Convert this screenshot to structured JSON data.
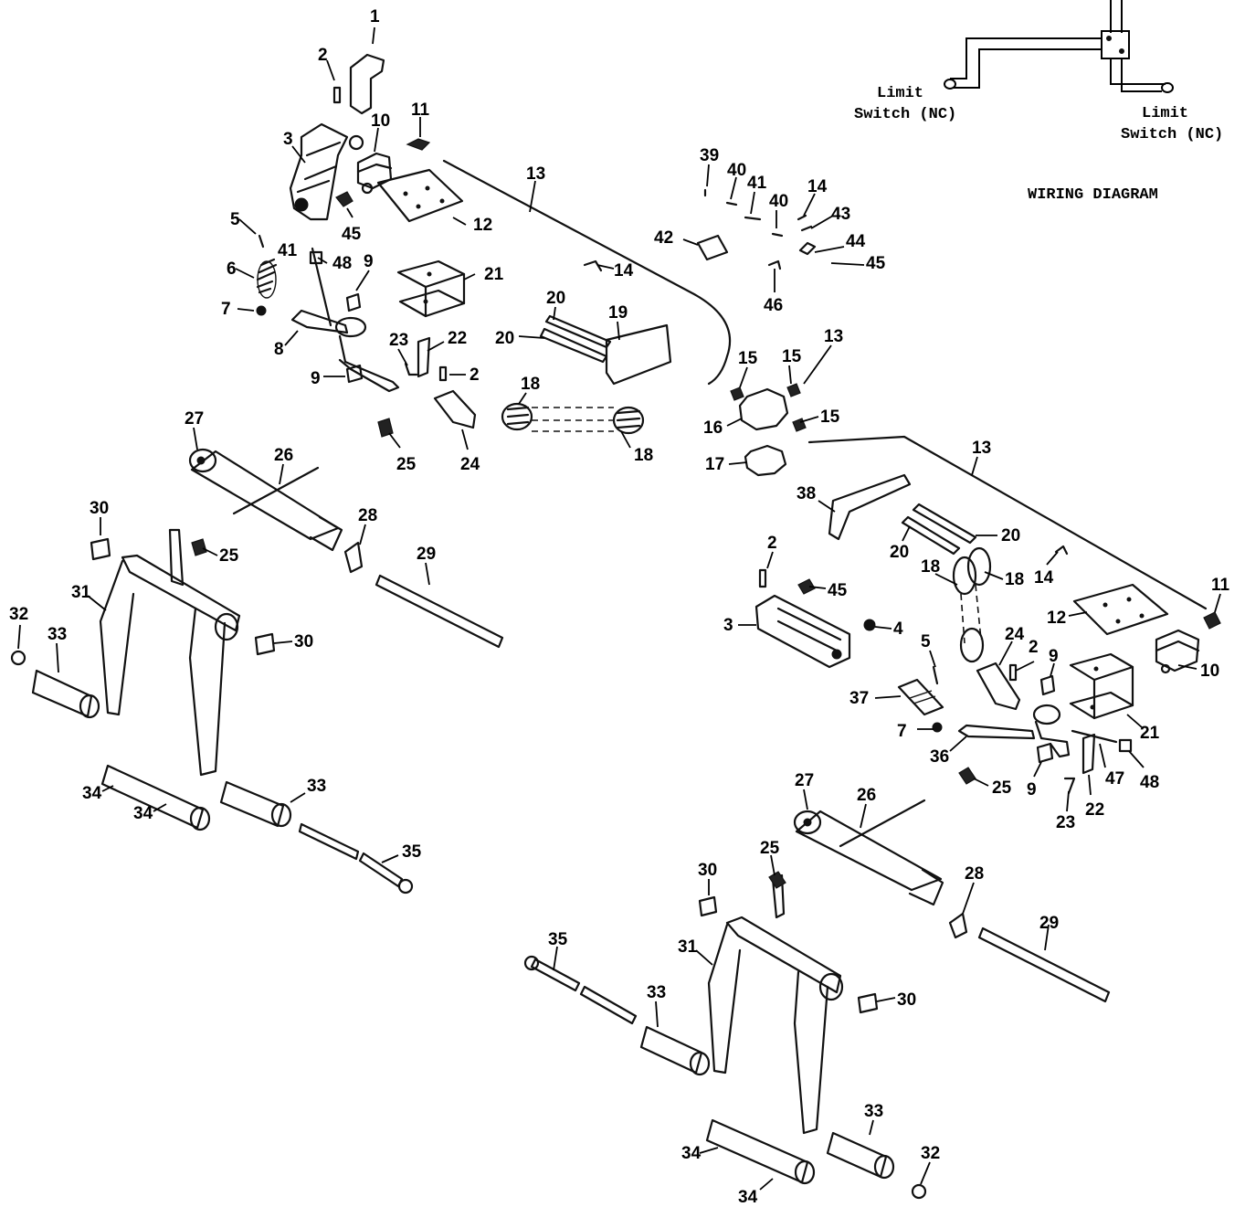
{
  "wiring": {
    "title": "WIRING DIAGRAM",
    "left_switch": [
      "Limit",
      "Switch (NC)"
    ],
    "right_switch": [
      "Limit",
      "Switch (NC)"
    ]
  },
  "callouts": [
    {
      "id": "c1",
      "text": "1"
    },
    {
      "id": "c2a",
      "text": "2"
    },
    {
      "id": "c3a",
      "text": "3"
    },
    {
      "id": "c10a",
      "text": "10"
    },
    {
      "id": "c11a",
      "text": "11"
    },
    {
      "id": "c13a",
      "text": "13"
    },
    {
      "id": "c12a",
      "text": "12"
    },
    {
      "id": "c45a",
      "text": "45"
    },
    {
      "id": "c5a",
      "text": "5"
    },
    {
      "id": "c6",
      "text": "6"
    },
    {
      "id": "c7a",
      "text": "7"
    },
    {
      "id": "c41a",
      "text": "41"
    },
    {
      "id": "c48a",
      "text": "48"
    },
    {
      "id": "c9a",
      "text": "9"
    },
    {
      "id": "c21a",
      "text": "21"
    },
    {
      "id": "c8",
      "text": "8"
    },
    {
      "id": "c9b",
      "text": "9"
    },
    {
      "id": "c23a",
      "text": "23"
    },
    {
      "id": "c22a",
      "text": "22"
    },
    {
      "id": "c2b",
      "text": "2"
    },
    {
      "id": "c20a",
      "text": "20"
    },
    {
      "id": "c19",
      "text": "19"
    },
    {
      "id": "c20b",
      "text": "20"
    },
    {
      "id": "c14a",
      "text": "14"
    },
    {
      "id": "c18a",
      "text": "18"
    },
    {
      "id": "c18b",
      "text": "18"
    },
    {
      "id": "c24a",
      "text": "24"
    },
    {
      "id": "c25a",
      "text": "25"
    },
    {
      "id": "c39",
      "text": "39"
    },
    {
      "id": "c40a",
      "text": "40"
    },
    {
      "id": "c41b",
      "text": "41"
    },
    {
      "id": "c40b",
      "text": "40"
    },
    {
      "id": "c14b",
      "text": "14"
    },
    {
      "id": "c43",
      "text": "43"
    },
    {
      "id": "c42",
      "text": "42"
    },
    {
      "id": "c44",
      "text": "44"
    },
    {
      "id": "c45b",
      "text": "45"
    },
    {
      "id": "c46",
      "text": "46"
    },
    {
      "id": "c15a",
      "text": "15"
    },
    {
      "id": "c15b",
      "text": "15"
    },
    {
      "id": "c13b",
      "text": "13"
    },
    {
      "id": "c15c",
      "text": "15"
    },
    {
      "id": "c16",
      "text": "16"
    },
    {
      "id": "c17",
      "text": "17"
    },
    {
      "id": "c13c",
      "text": "13"
    },
    {
      "id": "c27a",
      "text": "27"
    },
    {
      "id": "c26a",
      "text": "26"
    },
    {
      "id": "c30a",
      "text": "30"
    },
    {
      "id": "c25b",
      "text": "25"
    },
    {
      "id": "c28a",
      "text": "28"
    },
    {
      "id": "c29a",
      "text": "29"
    },
    {
      "id": "c31a",
      "text": "31"
    },
    {
      "id": "c30b",
      "text": "30"
    },
    {
      "id": "c32a",
      "text": "32"
    },
    {
      "id": "c33a",
      "text": "33"
    },
    {
      "id": "c34a",
      "text": "34"
    },
    {
      "id": "c34b",
      "text": "34"
    },
    {
      "id": "c33b",
      "text": "33"
    },
    {
      "id": "c35a",
      "text": "35"
    },
    {
      "id": "c38",
      "text": "38"
    },
    {
      "id": "c20c",
      "text": "20"
    },
    {
      "id": "c20d",
      "text": "20"
    },
    {
      "id": "c2c",
      "text": "2"
    },
    {
      "id": "c45c",
      "text": "45"
    },
    {
      "id": "c18c",
      "text": "18"
    },
    {
      "id": "c18d",
      "text": "18"
    },
    {
      "id": "c14c",
      "text": "14"
    },
    {
      "id": "c11b",
      "text": "11"
    },
    {
      "id": "c3b",
      "text": "3"
    },
    {
      "id": "c4",
      "text": "4"
    },
    {
      "id": "c12b",
      "text": "12"
    },
    {
      "id": "c10b",
      "text": "10"
    },
    {
      "id": "c5b",
      "text": "5"
    },
    {
      "id": "c24b",
      "text": "24"
    },
    {
      "id": "c2d",
      "text": "2"
    },
    {
      "id": "c9c",
      "text": "9"
    },
    {
      "id": "c37",
      "text": "37"
    },
    {
      "id": "c7b",
      "text": "7"
    },
    {
      "id": "c21b",
      "text": "21"
    },
    {
      "id": "c36",
      "text": "36"
    },
    {
      "id": "c9d",
      "text": "9"
    },
    {
      "id": "c47",
      "text": "47"
    },
    {
      "id": "c48b",
      "text": "48"
    },
    {
      "id": "c25c",
      "text": "25"
    },
    {
      "id": "c23b",
      "text": "23"
    },
    {
      "id": "c22b",
      "text": "22"
    },
    {
      "id": "c27b",
      "text": "27"
    },
    {
      "id": "c26b",
      "text": "26"
    },
    {
      "id": "c30c",
      "text": "30"
    },
    {
      "id": "c25d",
      "text": "25"
    },
    {
      "id": "c28b",
      "text": "28"
    },
    {
      "id": "c29b",
      "text": "29"
    },
    {
      "id": "c35b",
      "text": "35"
    },
    {
      "id": "c31b",
      "text": "31"
    },
    {
      "id": "c33c",
      "text": "33"
    },
    {
      "id": "c30d",
      "text": "30"
    },
    {
      "id": "c33d",
      "text": "33"
    },
    {
      "id": "c34c",
      "text": "34"
    },
    {
      "id": "c32b",
      "text": "32"
    },
    {
      "id": "c34d",
      "text": "34"
    }
  ]
}
